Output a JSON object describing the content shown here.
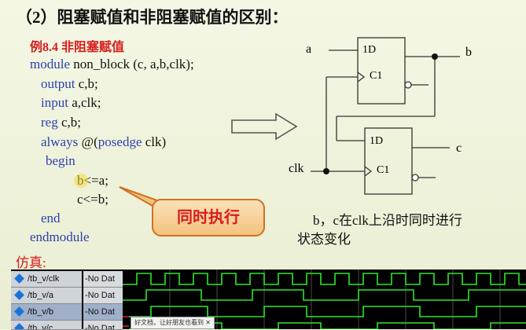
{
  "title": "（2）阻塞赋值和非阻塞赋值的区别：",
  "example_label": "例8.4  非阻塞赋值",
  "code": {
    "module_kw": "module",
    "module_rest": " non_block (c, a,b,clk);",
    "output_kw": "output",
    "output_rest": "  c,b;",
    "input_kw": "input",
    "input_rest": "   a,clk;",
    "reg_kw": "reg",
    "reg_rest": "     c,b;",
    "always_kw": "always",
    "always_mid": " @(",
    "posedge_kw": "posedge",
    "always_end": " clk)",
    "begin_kw": "begin",
    "line_b": "b<=a;",
    "line_c": "c<=b;",
    "end_kw": "end",
    "endmodule_kw": "endmodule"
  },
  "callout": "同时执行",
  "note_line1": "b，c在clk上沿时同时进行",
  "note_line2": "状态变化",
  "simulation_label": "仿真:",
  "circuit": {
    "label_a": "a",
    "label_b": "b",
    "label_c": "c",
    "label_clk": "clk",
    "ff1_d": "1D",
    "ff1_c": "C1",
    "ff2_d": "1D",
    "ff2_c": "C1"
  },
  "waveform": {
    "signals": [
      {
        "name": "/tb_v/clk",
        "value": "-No Dat"
      },
      {
        "name": "/tb_v/a",
        "value": "-No Dat"
      },
      {
        "name": "/tb_v/b",
        "value": "-No Dat"
      },
      {
        "name": "/tb_v/c",
        "value": "-No Dat"
      }
    ],
    "trace_color": "#2ee62e",
    "cursor_color": "#e02020"
  },
  "tooltip": "好文档，让好朋友也看到",
  "colors": {
    "keyword": "#2d3fb0",
    "accent_red": "#d81c1c",
    "callout_border": "#d07020"
  }
}
